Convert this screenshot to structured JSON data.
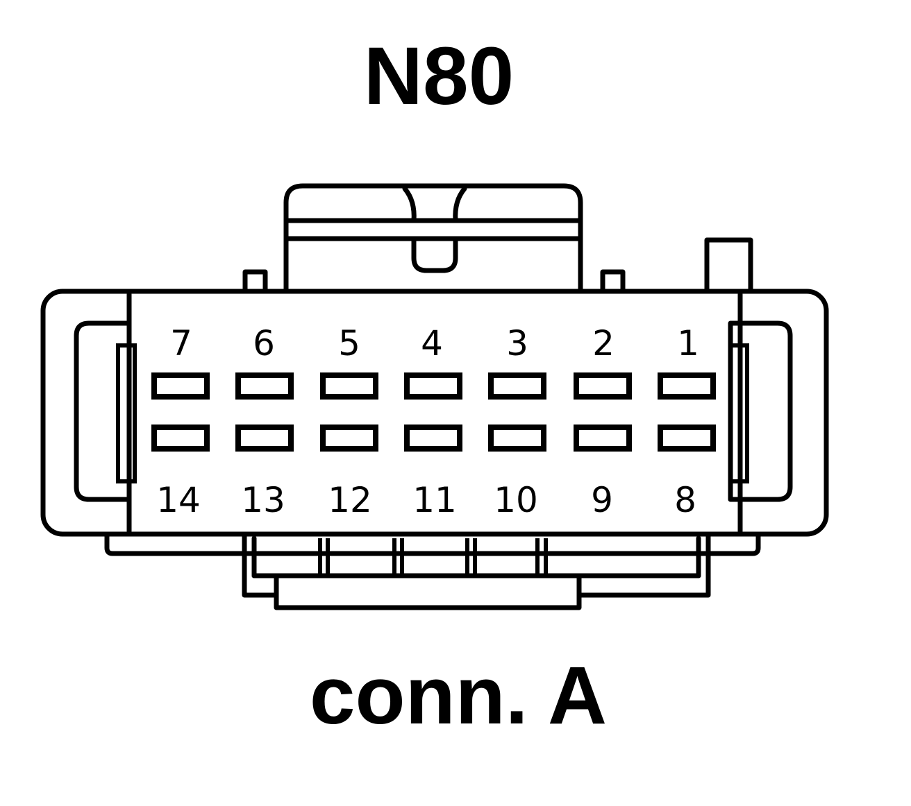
{
  "header": {
    "title": "N80"
  },
  "footer": {
    "caption": "conn. A"
  },
  "connector": {
    "pins_top_row": [
      "7",
      "6",
      "5",
      "4",
      "3",
      "2",
      "1"
    ],
    "pins_bottom_row": [
      "14",
      "13",
      "12",
      "11",
      "10",
      "9",
      "8"
    ]
  }
}
